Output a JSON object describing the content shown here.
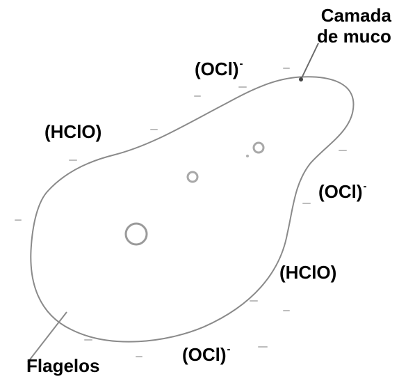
{
  "labels": {
    "camada_line1": "Camada",
    "camada_line2": "de muco",
    "ocl_top": "(OCl)",
    "ocl_top_charge": "-",
    "hclo_left": "(HClO)",
    "ocl_right": "(OCl)",
    "ocl_right_charge": "-",
    "hclo_right": "(HClO)",
    "ocl_bottom": "(OCl)",
    "ocl_bottom_charge": "-",
    "flagelos": "Flagelos"
  },
  "colors": {
    "text": "#000000",
    "outline": "#8a8a8a",
    "inner_fill": "#ffffff",
    "dashes": "#bdbdbd"
  }
}
